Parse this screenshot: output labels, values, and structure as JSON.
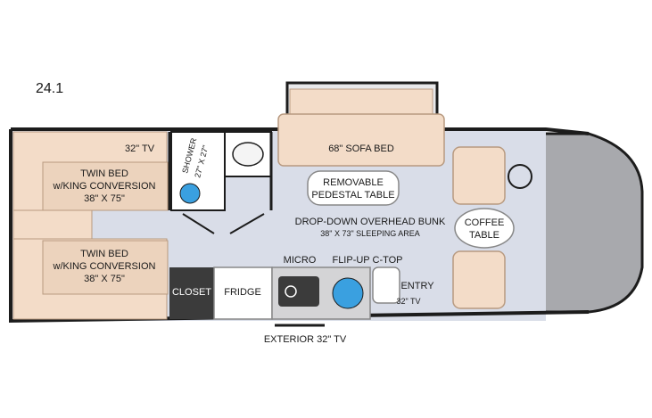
{
  "model": "24.1",
  "labels": {
    "tv_bedroom": "32\" TV",
    "shower_1": "SHOWER",
    "shower_2": "27\" X 27\"",
    "twin_top_1": "TWIN BED",
    "twin_top_2": "w/KING CONVERSION",
    "twin_top_3": "38\" X 75\"",
    "twin_bot_1": "TWIN BED",
    "twin_bot_2": "w/KING CONVERSION",
    "twin_bot_3": "38\" X 75\"",
    "sofa": "68\" SOFA BED",
    "table_1": "REMOVABLE",
    "table_2": "PEDESTAL TABLE",
    "bunk_1": "DROP-DOWN OVERHEAD BUNK",
    "bunk_2": "38\" X 73\" SLEEPING AREA",
    "coffee_1": "COFFEE",
    "coffee_2": "TABLE",
    "micro": "MICRO",
    "ctop": "FLIP-UP C-TOP",
    "entry": "ENTRY",
    "tv_entry": "32\" TV",
    "closet": "CLOSET",
    "fridge": "FRIDGE",
    "ext_tv": "EXTERIOR 32\" TV"
  },
  "colors": {
    "floor": "#d9dde8",
    "bed": "#f3dcc8",
    "bed_dark": "#ecd3bd",
    "wall": "#1c1c1c",
    "cab": "#a8a9ad",
    "closet": "#3b3b3b",
    "water": "#3aa0e0"
  }
}
